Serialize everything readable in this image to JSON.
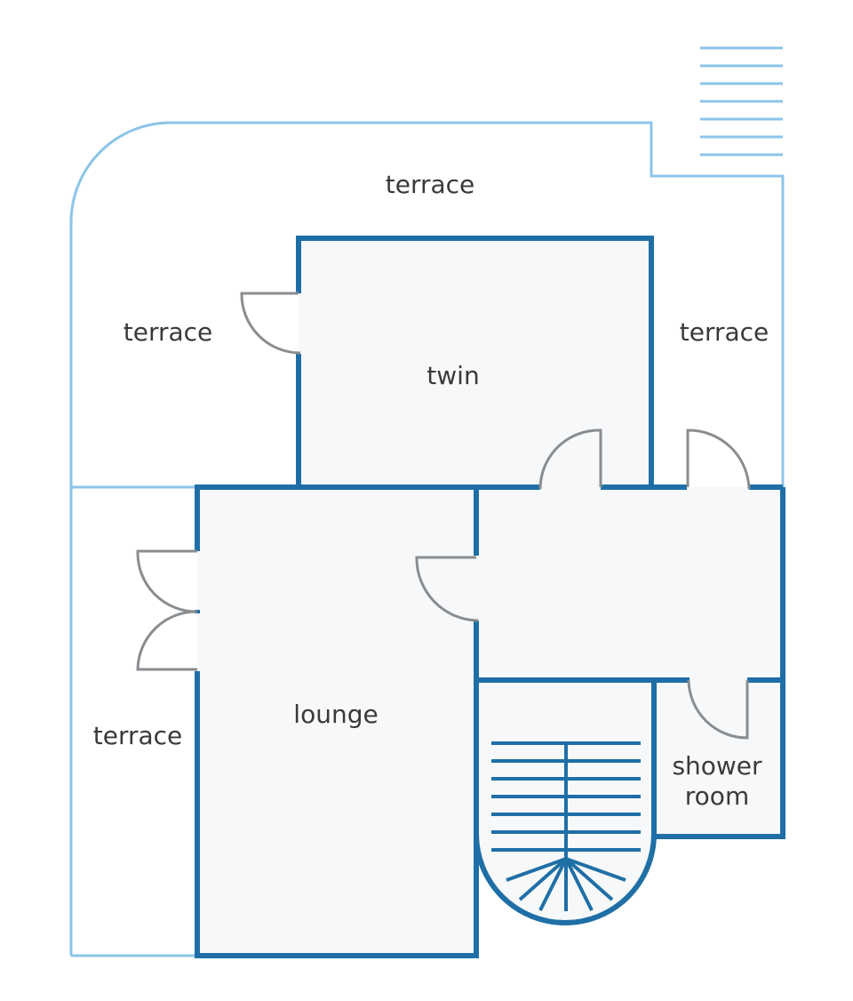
{
  "colors": {
    "wall": "#1f6fa6",
    "terrace_outline": "#8cc4e8",
    "door": "#8a8d90",
    "floor": "#f7f8f9",
    "label": "#3a3a3a"
  },
  "labels": {
    "terrace_top": "terrace",
    "terrace_left_upper": "terrace",
    "terrace_right": "terrace",
    "terrace_left_lower": "terrace",
    "twin": "twin",
    "lounge": "lounge",
    "shower_room_line1": "shower",
    "shower_room_line2": "room"
  }
}
